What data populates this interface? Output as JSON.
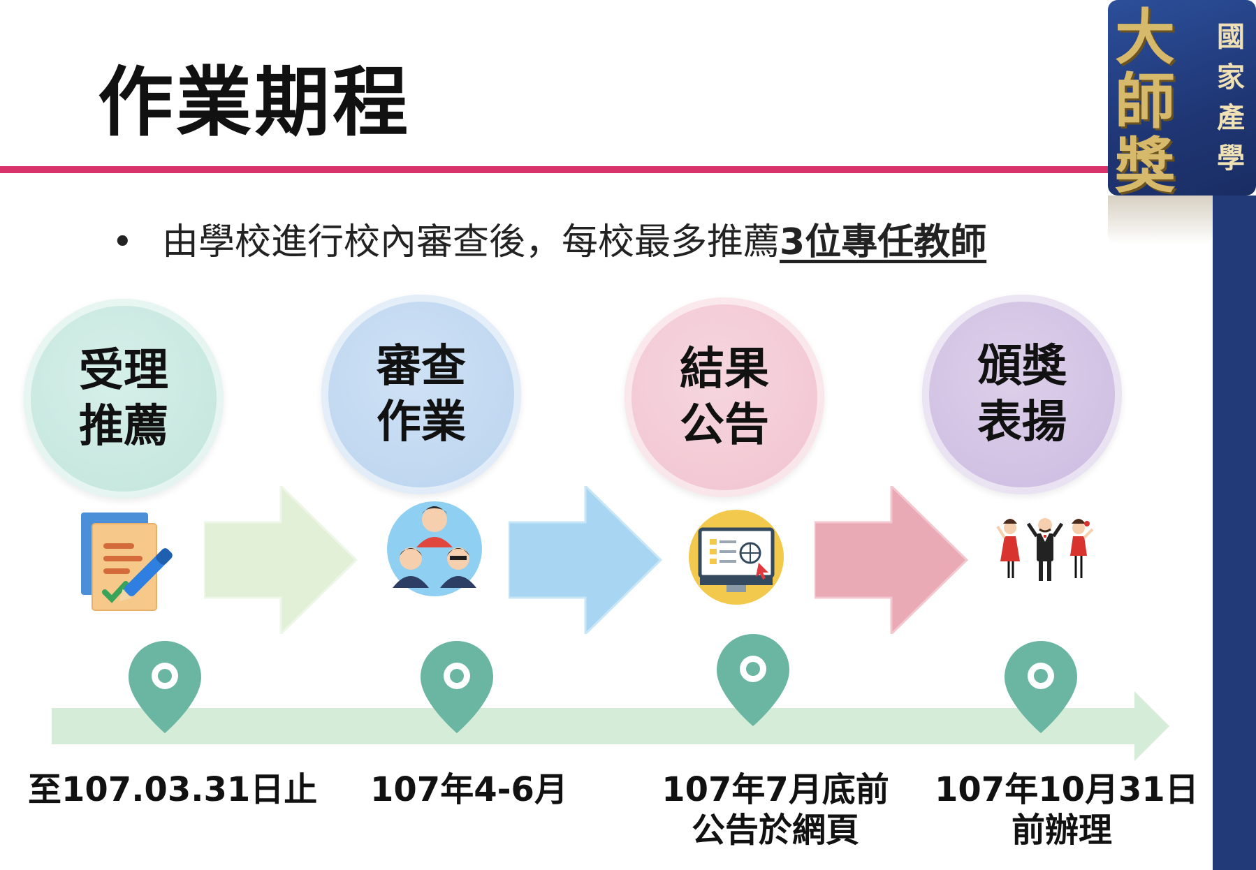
{
  "title": "作業期程",
  "bullet": {
    "text": "由學校進行校內審查後，每校最多推薦",
    "emphasis": "3位專任教師"
  },
  "logo": {
    "big_text": "大師獎",
    "small_text": "國家產學"
  },
  "steps": [
    {
      "line1": "受理",
      "line2": "推薦",
      "color": "#c7e8df",
      "icon": "document-edit-icon"
    },
    {
      "line1": "審查",
      "line2": "作業",
      "color": "#bfd7f0",
      "icon": "team-icon"
    },
    {
      "line1": "結果",
      "line2": "公告",
      "color": "#f2c8d3",
      "icon": "web-announcement-icon"
    },
    {
      "line1": "頒獎",
      "line2": "表揚",
      "color": "#d0c0e3",
      "icon": "award-ceremony-icon"
    }
  ],
  "arrows": [
    {
      "color": "#e3f0d8",
      "icon": "right-arrow-icon"
    },
    {
      "color": "#a8d6f2",
      "icon": "right-arrow-icon"
    },
    {
      "color": "#e9a9b5",
      "icon": "right-arrow-icon"
    }
  ],
  "timeline": {
    "color": "#d5edd8",
    "pin_color": "#6bb6a3",
    "dates": [
      {
        "line1": "至107.03.31日止",
        "line2": ""
      },
      {
        "line1": "107年4-6月",
        "line2": ""
      },
      {
        "line1": "107年7月底前",
        "line2": "公告於網頁"
      },
      {
        "line1": "107年10月31日",
        "line2": "前辦理"
      }
    ]
  },
  "colors": {
    "title_rule": "#d8336a",
    "sidebar": "#233a78"
  }
}
